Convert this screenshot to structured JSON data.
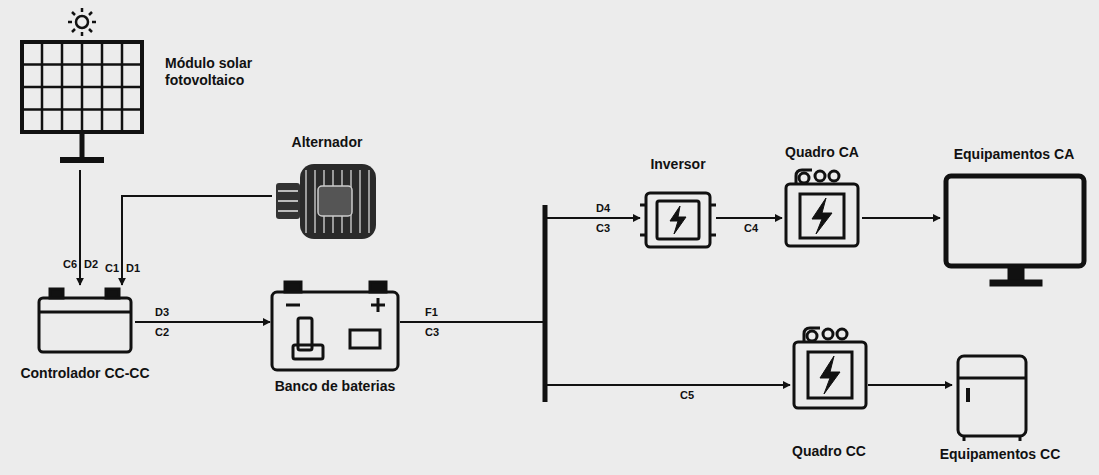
{
  "diagram": {
    "nodes": [
      {
        "text": [
          "Módulo solar fotovoltaico"
        ]
      },
      {
        "text": [
          "Alternador"
        ]
      },
      {
        "text": [
          "Controlador CC-CC"
        ]
      },
      {
        "text": [
          "Banco de baterias"
        ]
      },
      {
        "text": [
          "Inversor"
        ]
      },
      {
        "text": [
          "Quadro CA"
        ]
      },
      {
        "text": [
          "Equipamentos CA"
        ]
      },
      {
        "text": [
          "Quadro CC"
        ]
      },
      {
        "text": [
          "Equipamentos CC"
        ]
      }
    ],
    "edges": [
      {
        "from": 0,
        "to": 2,
        "arrow": "to"
      },
      {
        "from": 1,
        "to": 2,
        "arrow": "to"
      },
      {
        "from": 2,
        "to": 3,
        "arrow": "to"
      },
      {
        "from": 3,
        "to": 4,
        "arrow": "to"
      },
      {
        "from": 3,
        "to": 7,
        "arrow": "to"
      },
      {
        "from": 4,
        "to": 5,
        "arrow": "to"
      },
      {
        "from": 5,
        "to": 6,
        "arrow": "to"
      },
      {
        "from": 7,
        "to": 8,
        "arrow": "to"
      }
    ],
    "labels": [
      "C6",
      "D2",
      "C1",
      "D1",
      "D3",
      "C2",
      "F1",
      "C3",
      "D4",
      "C3",
      "C4",
      "C5"
    ]
  }
}
